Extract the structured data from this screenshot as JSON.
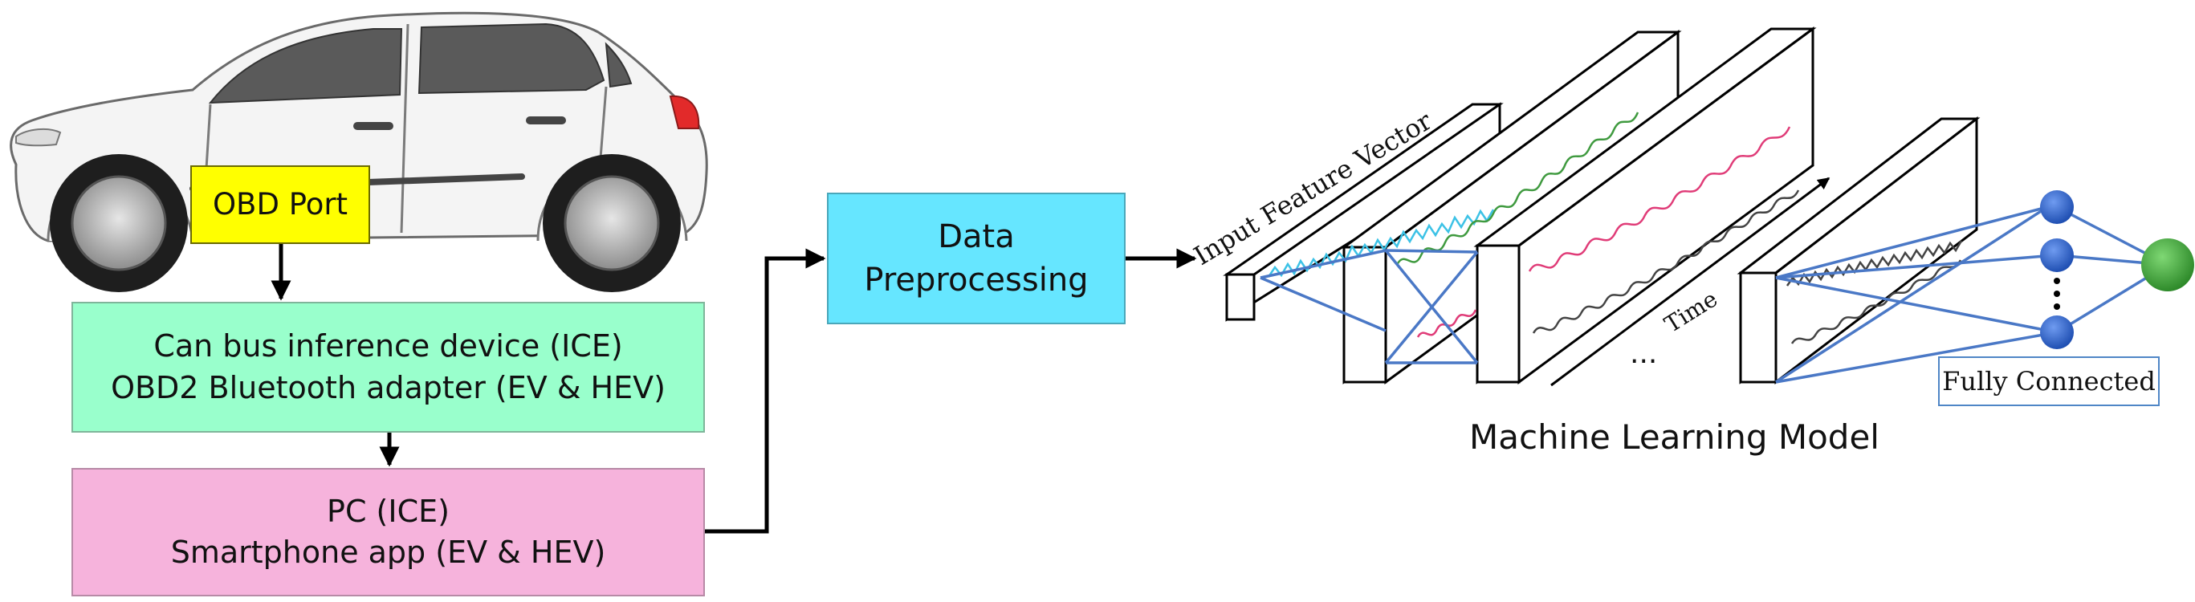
{
  "car": {
    "obd_port_label": "OBD Port"
  },
  "pipeline": {
    "device_line1": "Can bus inference device (ICE)",
    "device_line2": "OBD2 Bluetooth adapter (EV & HEV)",
    "pc_line1": "PC (ICE)",
    "pc_line2": "Smartphone app (EV & HEV)",
    "preprocessing_line1": "Data",
    "preprocessing_line2": "Preprocessing"
  },
  "model": {
    "input_feature_vector": "Input Feature Vector",
    "time_label": "Time",
    "ellipsis": "...",
    "fully_connected": "Fully Connected",
    "title": "Machine Learning Model"
  },
  "colors": {
    "obd": "#ffff00",
    "device": "#99ffcc",
    "pc": "#f6b3dc",
    "preprocessing": "#66e6ff",
    "neuron": "#2f62c8",
    "output_neuron": "#3fa63a",
    "connection": "#4a78c6",
    "signal_cyan": "#3cc2e6",
    "signal_green": "#3f9a3f",
    "signal_red": "#e03c78",
    "signal_dark": "#444444"
  }
}
